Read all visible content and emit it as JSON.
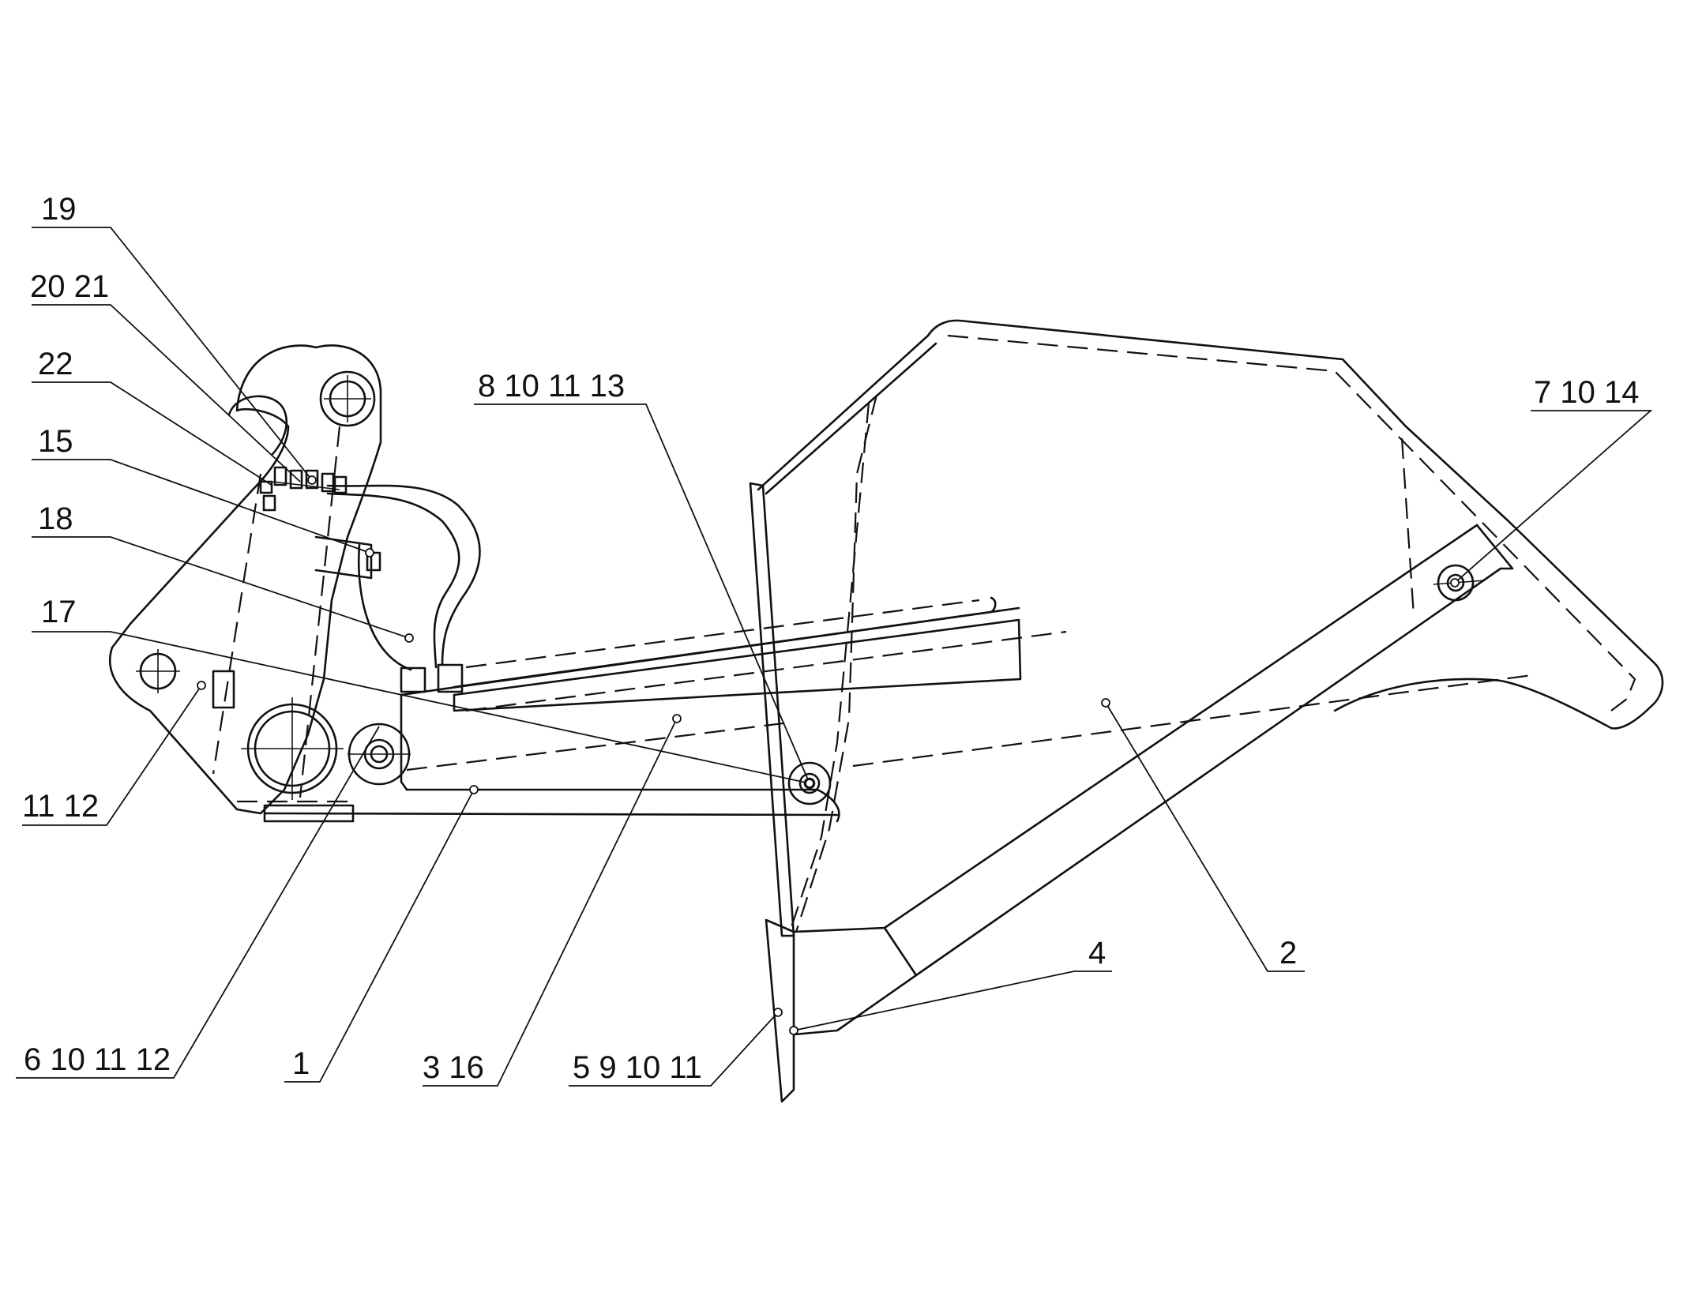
{
  "callouts": [
    {
      "id": "c19",
      "text": "19"
    },
    {
      "id": "c2021",
      "text": "20 21"
    },
    {
      "id": "c22",
      "text": "22"
    },
    {
      "id": "c15",
      "text": "15"
    },
    {
      "id": "c18",
      "text": "18"
    },
    {
      "id": "c17",
      "text": "17"
    },
    {
      "id": "c1112",
      "text": "11 12"
    },
    {
      "id": "c8101113",
      "text": "8 10 11 13"
    },
    {
      "id": "c71014",
      "text": "7 10 14"
    },
    {
      "id": "c6101112",
      "text": "6 10 11 12"
    },
    {
      "id": "c1",
      "text": "1"
    },
    {
      "id": "c316",
      "text": "3 16"
    },
    {
      "id": "c591011",
      "text": "5 9 10 11"
    },
    {
      "id": "c4",
      "text": "4"
    },
    {
      "id": "c2",
      "text": "2"
    }
  ],
  "colors": {
    "ink": "#111111",
    "paper": "#ffffff"
  }
}
